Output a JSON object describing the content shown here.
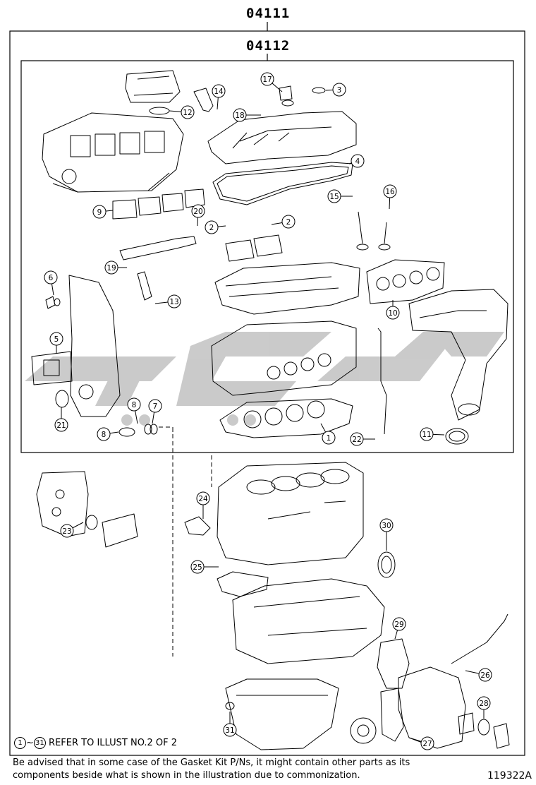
{
  "headers": {
    "outer": "04111",
    "inner": "04112"
  },
  "callouts": [
    "1",
    "2",
    "2",
    "3",
    "4",
    "5",
    "6",
    "7",
    "8",
    "8",
    "9",
    "10",
    "11",
    "12",
    "13",
    "14",
    "15",
    "16",
    "17",
    "18",
    "19",
    "20",
    "21",
    "22",
    "23",
    "24",
    "25",
    "26",
    "27",
    "28",
    "29",
    "30",
    "31"
  ],
  "ref_note": {
    "from": "1",
    "tilde": "~",
    "to": "31",
    "text": "REFER TO ILLUST NO.2 OF 2"
  },
  "footer_note": "Be advised that in some case of the Gasket Kit P/Ns,  it might contain other parts as its components beside what is shown in the illustration due to commonization.",
  "figure_id": "119322A",
  "colors": {
    "line": "#000000",
    "watermark": "#b8b8b8",
    "background": "#ffffff"
  }
}
